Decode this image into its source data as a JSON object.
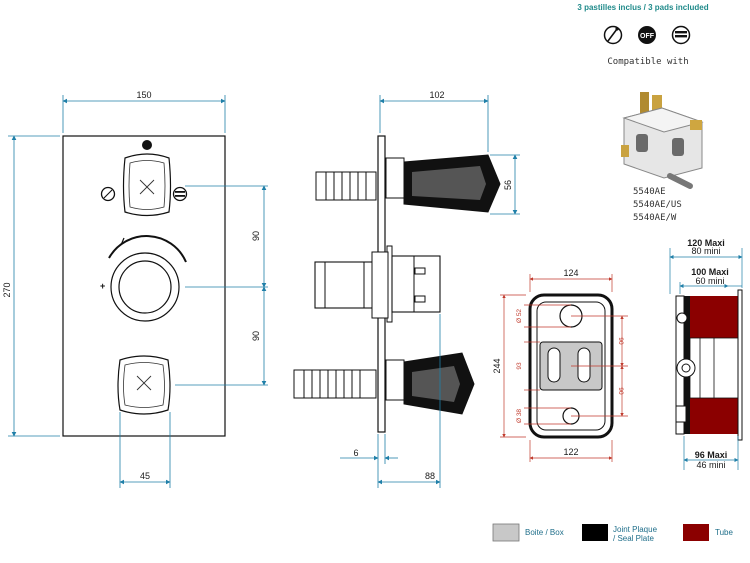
{
  "header": {
    "pads_note": "3 pastilles inclus / 3 pads included",
    "compatible_label": "Compatible with",
    "pad_icons": [
      {
        "name": "thermostat-pad-icon"
      },
      {
        "name": "off-pad-icon",
        "text": "OFF"
      },
      {
        "name": "shower-pad-icon"
      }
    ]
  },
  "compatible_models": [
    "5540AE",
    "5540AE/US",
    "5540AE/W"
  ],
  "front_view": {
    "width": "150",
    "height": "270",
    "spacing_top": "90",
    "spacing_bottom": "90",
    "bottom_offset": "45"
  },
  "side_view": {
    "depth": "102",
    "handle_depth": "56",
    "plate": "6",
    "body": "88"
  },
  "box_view": {
    "top_width": "124",
    "bottom_width": "122",
    "height": "244",
    "hole_top": "Ø 52",
    "hole_mid": "93",
    "hole_bottom": "Ø 38",
    "right_top": "90",
    "right_bottom": "90"
  },
  "depth_view": {
    "outer_max": "120 Maxi",
    "outer_min": "80 mini",
    "inner_max": "100 Maxi",
    "inner_min": "60 mini",
    "bottom_max": "96 Maxi",
    "bottom_min": "46 mini"
  },
  "legend": [
    {
      "label": "Boite / Box",
      "color": "#c8c8c8"
    },
    {
      "label": "Joint Plaque / Seal Plate",
      "label_line1": "Joint Plaque",
      "label_line2": "/ Seal Plate",
      "color": "#000000"
    },
    {
      "label": "Tube",
      "color": "#8b0000"
    }
  ],
  "colors": {
    "dimension_line": "#1f7fa8",
    "accent_text": "#1f8a8a",
    "box_outline": "#c0392b"
  }
}
